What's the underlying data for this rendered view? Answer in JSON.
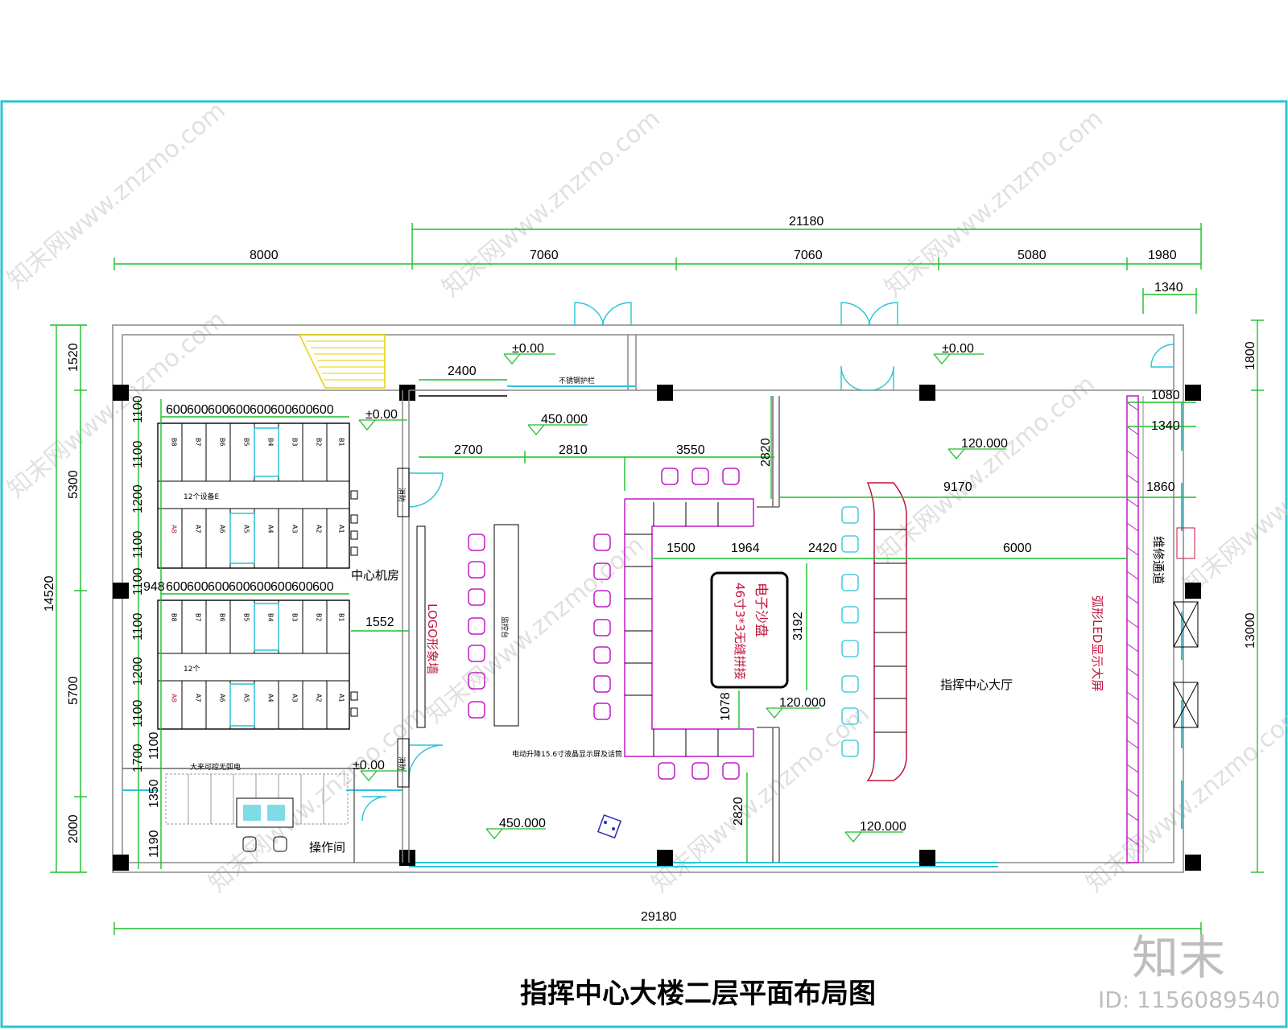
{
  "title": "指挥中心大楼二层平面布局图",
  "watermark": {
    "logo": "知末",
    "id": "ID: 1156089540",
    "site": "知末网www.znzmo.com"
  },
  "dims": {
    "top_total": "21180",
    "top_1": "8000",
    "top_2": "7060",
    "top_3": "7060",
    "top_4": "5080",
    "top_5": "1980",
    "right_top": "1340",
    "left_total": "14520",
    "left_1": "1520",
    "left_2": "5300",
    "left_3": "5700",
    "left_4": "2000",
    "right_1": "1800",
    "right_2": "13000",
    "bottom_total": "29180",
    "rack_col_widths": [
      "600",
      "600",
      "600",
      "600",
      "600",
      "600",
      "600",
      "600"
    ],
    "rack_col_widths_2": [
      "948",
      "600",
      "600",
      "600",
      "600",
      "600",
      "600",
      "600",
      "600"
    ],
    "rack_rows_a": [
      "1100",
      "1100",
      "1200",
      "1100"
    ],
    "rack_rows_b": [
      "1100",
      "1100",
      "1200",
      "1100"
    ],
    "rack_rows_c": [
      "1700",
      "1100",
      "1350",
      "1190"
    ],
    "d2400": "2400",
    "d2700": "2700",
    "d2810": "2810",
    "d3550": "3550",
    "d2820a": "2820",
    "d1500": "1500",
    "d1964": "1964",
    "d2420": "2420",
    "d6000": "6000",
    "d9170": "9170",
    "d1080": "1080",
    "d1340b": "1340",
    "d1860": "1860",
    "d1552": "1552",
    "d3192": "3192",
    "d1078": "1078",
    "d2820b": "2820"
  },
  "levels": {
    "l1": "±0.00",
    "l2": "±0.00",
    "l3": "±0.00",
    "l4": "±0.00",
    "l5": "450.000",
    "l6": "450.000",
    "l7": "120.000",
    "l8": "120.000",
    "l9": "120.000"
  },
  "labels": {
    "center_room": "中心机房",
    "operation_room": "操作间",
    "hall": "指挥中心大厅",
    "sand_table": "电子沙盘",
    "sand_table_sub": "46寸3*3无缝拼接",
    "led": "弧形LED显示大屏",
    "logo_wall": "LOGO形象墙",
    "maintenance": "维修通道",
    "guardrail": "不锈钢护栏",
    "rack_count_a": "12个设备E",
    "rack_count_b": "12个",
    "ops_note": "电动升降15.6寸液晶显示屏及话筒",
    "a5": "A5",
    "b4": "B4",
    "fire": "消防",
    "panel": "监控台",
    "ups": "大来可控无弧电"
  },
  "racks_top_row": [
    "B8",
    "B7",
    "B6",
    "B5",
    "B4",
    "B3",
    "B2",
    "B1"
  ],
  "racks_bottom_row": [
    "A8",
    "A7",
    "A6",
    "A5",
    "A4",
    "A3",
    "A2",
    "A1"
  ],
  "colors": {
    "dim_green": "#1bbf2a",
    "border_cyan": "#29c4d6",
    "magenta": "#c21bc7",
    "red": "#c0143c",
    "wall_gray": "#888888",
    "yellow_stair": "#e6d200",
    "led_pink": "#c21bc7"
  }
}
